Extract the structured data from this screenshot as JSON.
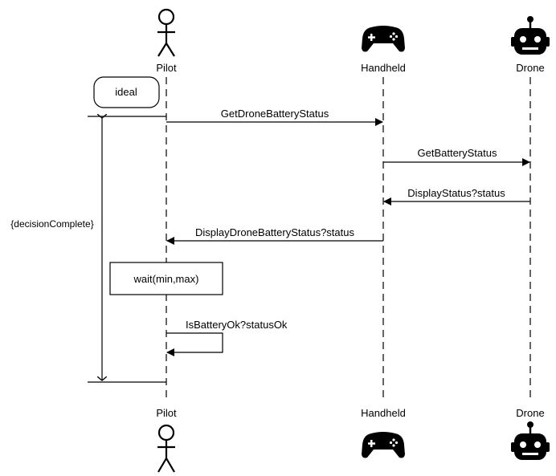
{
  "participants": {
    "pilot": {
      "name": "Pilot",
      "icon": "stick-figure-icon"
    },
    "handheld": {
      "name": "Handheld",
      "icon": "gamepad-icon"
    },
    "drone": {
      "name": "Drone",
      "icon": "robot-icon"
    }
  },
  "state_box": {
    "label": "ideal"
  },
  "constraint": {
    "label": "{decisionComplete}"
  },
  "messages": [
    {
      "label": "GetDroneBatteryStatus",
      "from": "Pilot",
      "to": "Handheld"
    },
    {
      "label": "GetBatteryStatus",
      "from": "Handheld",
      "to": "Drone"
    },
    {
      "label": "DisplayStatus?status",
      "from": "Drone",
      "to": "Handheld"
    },
    {
      "label": "DisplayDroneBatteryStatus?status",
      "from": "Handheld",
      "to": "Pilot"
    },
    {
      "label": "IsBatteryOk?statusOk",
      "from": "Pilot",
      "to": "Pilot"
    }
  ],
  "action_box": {
    "label": "wait(min,max)"
  },
  "colors": {
    "line": "#000000",
    "background": "#ffffff"
  }
}
